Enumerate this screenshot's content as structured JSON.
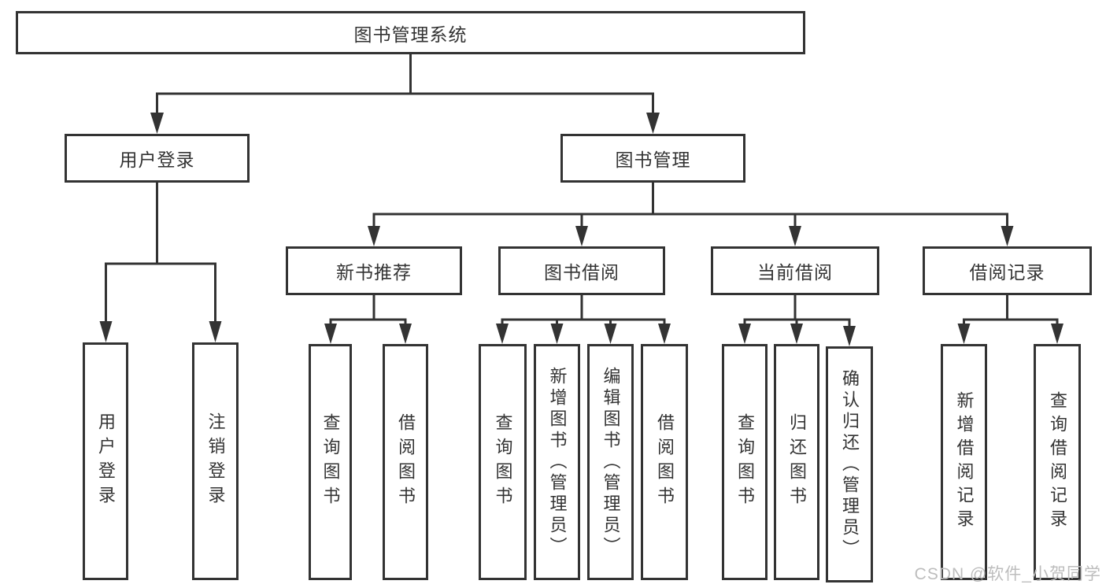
{
  "watermark": "CSDN @软件_小贺同学",
  "colors": {
    "line": "#333333",
    "text": "#333333",
    "watermark": "#bdbdbd",
    "background": "#ffffff"
  },
  "tree": {
    "label": "图书管理系统",
    "children": [
      {
        "label": "用户登录",
        "children": [
          {
            "label": "用户登录"
          },
          {
            "label": "注销登录"
          }
        ]
      },
      {
        "label": "图书管理",
        "children": [
          {
            "label": "新书推荐",
            "children": [
              {
                "label": "查询图书"
              },
              {
                "label": "借阅图书"
              }
            ]
          },
          {
            "label": "图书借阅",
            "children": [
              {
                "label": "查询图书"
              },
              {
                "label": "新增图书（管理员）"
              },
              {
                "label": "编辑图书（管理员）"
              },
              {
                "label": "借阅图书"
              }
            ]
          },
          {
            "label": "当前借阅",
            "children": [
              {
                "label": "查询图书"
              },
              {
                "label": "归还图书"
              },
              {
                "label": "确认归还（管理员）"
              }
            ]
          },
          {
            "label": "借阅记录",
            "children": [
              {
                "label": "新增借阅记录"
              },
              {
                "label": "查询借阅记录"
              }
            ]
          }
        ]
      }
    ]
  }
}
